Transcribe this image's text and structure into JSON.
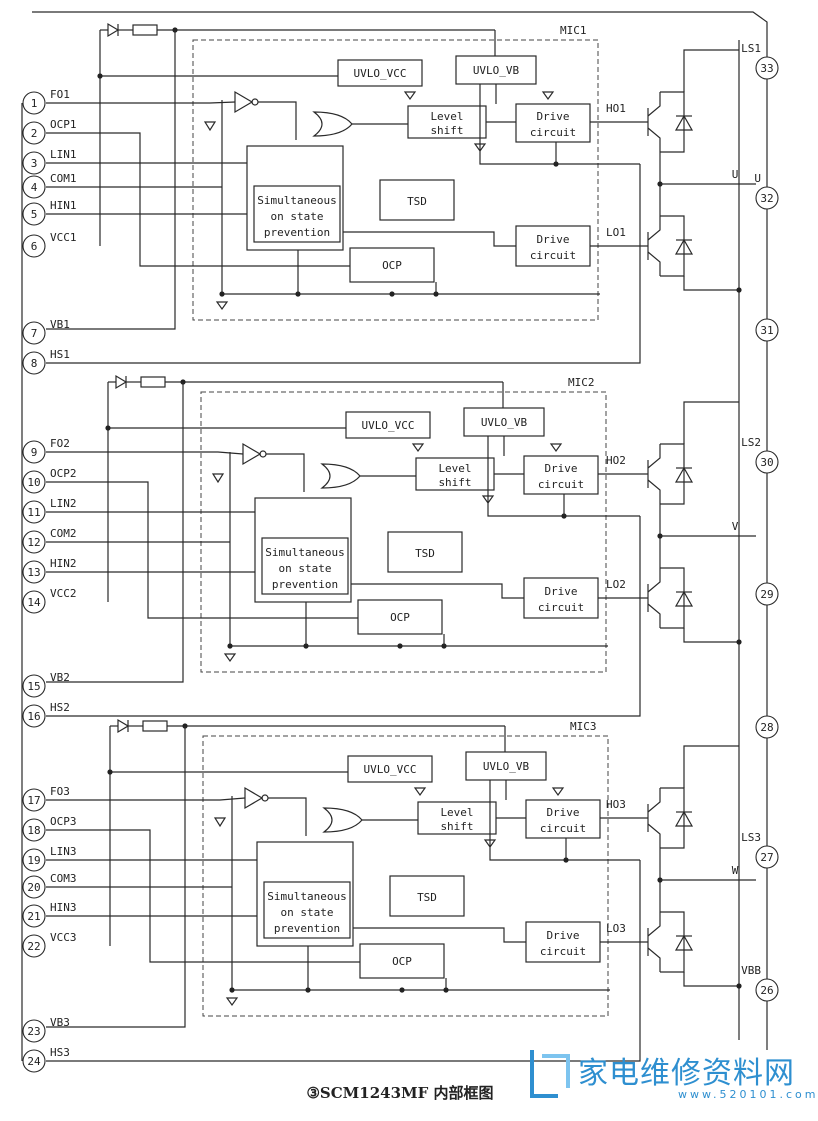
{
  "caption": "③SCM1243MF 内部框图",
  "watermark": {
    "text": "家电维修资料网",
    "url": "www.520101.com"
  },
  "left_pins": [
    {
      "num": "1",
      "label": "FO1"
    },
    {
      "num": "2",
      "label": "OCP1"
    },
    {
      "num": "3",
      "label": "LIN1"
    },
    {
      "num": "4",
      "label": "COM1"
    },
    {
      "num": "5",
      "label": "HIN1"
    },
    {
      "num": "6",
      "label": "VCC1"
    },
    {
      "num": "7",
      "label": "VB1"
    },
    {
      "num": "8",
      "label": "HS1"
    },
    {
      "num": "9",
      "label": "FO2"
    },
    {
      "num": "10",
      "label": "OCP2"
    },
    {
      "num": "11",
      "label": "LIN2"
    },
    {
      "num": "12",
      "label": "COM2"
    },
    {
      "num": "13",
      "label": "HIN2"
    },
    {
      "num": "14",
      "label": "VCC2"
    },
    {
      "num": "15",
      "label": "VB2"
    },
    {
      "num": "16",
      "label": "HS2"
    },
    {
      "num": "17",
      "label": "FO3"
    },
    {
      "num": "18",
      "label": "OCP3"
    },
    {
      "num": "19",
      "label": "LIN3"
    },
    {
      "num": "20",
      "label": "COM3"
    },
    {
      "num": "21",
      "label": "HIN3"
    },
    {
      "num": "22",
      "label": "VCC3"
    },
    {
      "num": "23",
      "label": "VB3"
    },
    {
      "num": "24",
      "label": "HS3"
    }
  ],
  "right_pins": [
    {
      "num": "33",
      "label": "LS1"
    },
    {
      "num": "32",
      "label": "U"
    },
    {
      "num": "31",
      "label": ""
    },
    {
      "num": "30",
      "label": "LS2"
    },
    {
      "num": "29",
      "label": ""
    },
    {
      "num": "28",
      "label": ""
    },
    {
      "num": "27",
      "label": "LS3"
    },
    {
      "num": "26",
      "label": "VBB"
    }
  ],
  "modules": [
    {
      "name": "MIC1",
      "ho": "HO1",
      "lo": "LO1",
      "out": "U"
    },
    {
      "name": "MIC2",
      "ho": "HO2",
      "lo": "LO2",
      "out": "V"
    },
    {
      "name": "MIC3",
      "ho": "HO3",
      "lo": "LO3",
      "out": "W"
    }
  ],
  "blocks": {
    "uvlo_vcc": "UVLO_VCC",
    "uvlo_vb": "UVLO_VB",
    "level_shift_1": "Level",
    "level_shift_2": "shift",
    "drive_1": "Drive",
    "drive_2": "circuit",
    "tsd": "TSD",
    "ocp": "OCP",
    "sim_1": "Simultaneous",
    "sim_2": "on state",
    "sim_3": "prevention"
  }
}
